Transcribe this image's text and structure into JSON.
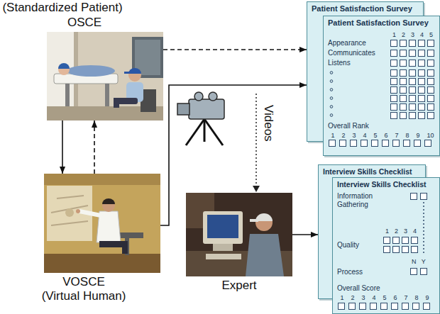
{
  "diagram": {
    "nodes": [
      {
        "text": [
          "(Standardized Patient)",
          "OSCE"
        ]
      },
      {
        "text": [
          "Patient Satisfaction Survey"
        ]
      },
      {
        "text": [
          "Patient Satisfaction Survey",
          "1 2 3 4 5",
          "Appearance",
          "Communicates",
          "Listens",
          "Overall Rank",
          "1 2 3 4 5 6 7 8 9 10"
        ]
      },
      {
        "text": [
          "VOSCE",
          "(Virtual Human)"
        ]
      },
      {
        "text": [
          "Expert"
        ]
      },
      {
        "text": [
          "Interview Skills Checklist"
        ]
      },
      {
        "text": [
          "Interview Skills Checklist",
          "Information Gathering",
          "1 2 3 4",
          "Quality",
          "N Y",
          "Process",
          "Overall Score",
          "1 2 3 4 5 6 7 8 9"
        ]
      }
    ],
    "edges": [
      {
        "from": 0,
        "to": 1,
        "arrow": "to"
      },
      {
        "from": 0,
        "to": 3,
        "arrow": "to"
      },
      {
        "from": 3,
        "to": 0,
        "arrow": "to"
      },
      {
        "from": 3,
        "to": 1,
        "arrow": "to"
      },
      {
        "from": 4,
        "to": 5,
        "arrow": "to"
      }
    ],
    "labels": [
      "Videos"
    ]
  }
}
